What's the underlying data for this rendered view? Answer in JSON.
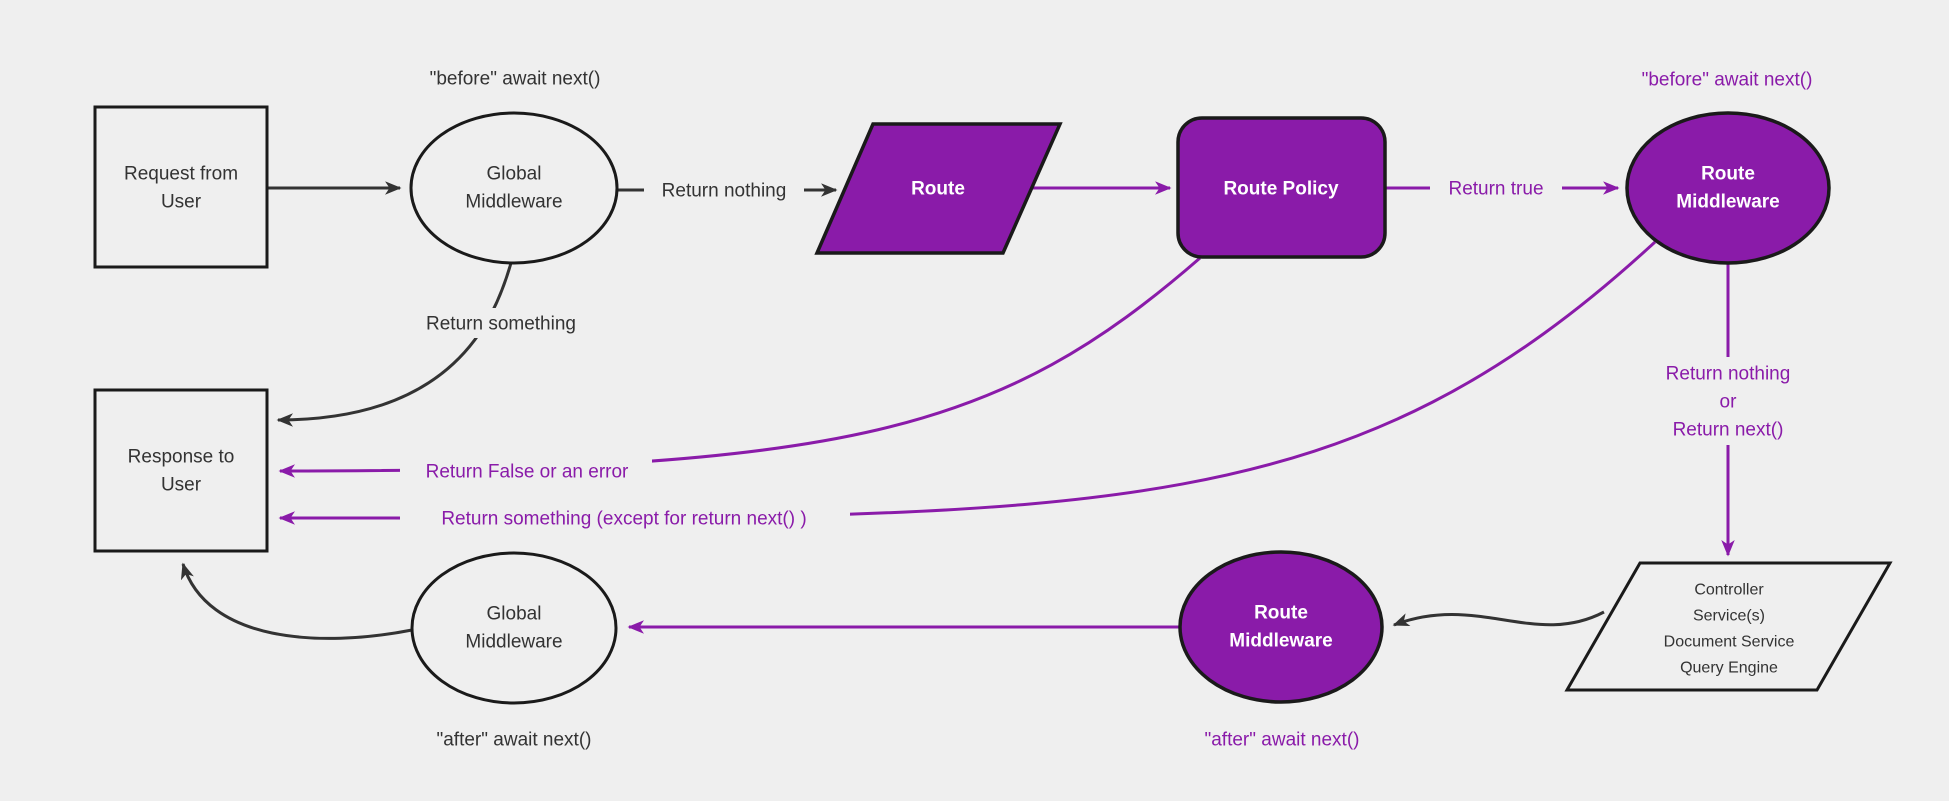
{
  "colors": {
    "background": "#efefef",
    "purple": "#8a1ba9",
    "black_line": "#333333",
    "node_border": "#1a1a1a",
    "white_text": "#ffffff"
  },
  "nodes": {
    "request_from_user": {
      "shape": "rectangle",
      "lines": [
        "Request from",
        "User"
      ]
    },
    "global_middleware_top": {
      "shape": "ellipse",
      "lines": [
        "Global",
        "Middleware"
      ]
    },
    "route": {
      "shape": "parallelogram",
      "label": "Route"
    },
    "route_policy": {
      "shape": "rounded-rectangle",
      "label": "Route Policy"
    },
    "route_middleware_top": {
      "shape": "ellipse",
      "lines": [
        "Route",
        "Middleware"
      ]
    },
    "controller_services": {
      "shape": "parallelogram",
      "lines": [
        "Controller",
        "Service(s)",
        "Document Service",
        "Query Engine"
      ]
    },
    "route_middleware_bottom": {
      "shape": "ellipse",
      "lines": [
        "Route",
        "Middleware"
      ]
    },
    "global_middleware_bottom": {
      "shape": "ellipse",
      "lines": [
        "Global",
        "Middleware"
      ]
    },
    "response_to_user": {
      "shape": "rectangle",
      "lines": [
        "Response to",
        "User"
      ]
    }
  },
  "edge_labels": {
    "before_await_next_global": "\"before\" await next()",
    "return_nothing": "Return nothing",
    "return_true": "Return true",
    "before_await_next_route": "\"before\" await next()",
    "return_nothing_or": [
      "Return nothing",
      "or",
      "Return next()"
    ],
    "return_something": "Return something",
    "return_false_or_error": "Return False or an error",
    "return_something_except": "Return something (except for return next() )",
    "after_await_next_route": "\"after\" await next()",
    "after_await_next_global": "\"after\" await next()"
  }
}
